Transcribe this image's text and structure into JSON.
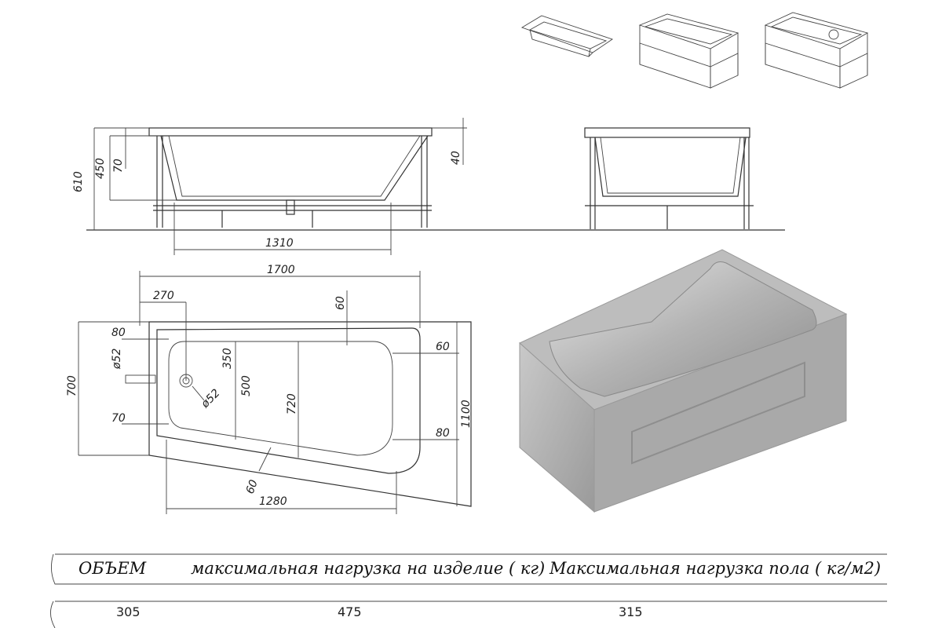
{
  "dimensions": {
    "side_height_total": "610",
    "side_height_body": "450",
    "side_rim_offset": "70",
    "side_rim_right": "40",
    "side_bottom_length": "1310",
    "plan_length": "1700",
    "plan_drain_offset": "270",
    "plan_rim_top": "60",
    "plan_rim_right_top": "60",
    "plan_rim_right_bottom": "80",
    "plan_overflow_offset": "80",
    "plan_overflow_dia": "ø52",
    "plan_drain_dist": "350",
    "plan_drain_dia": "ø52",
    "plan_inner_width": "500",
    "plan_inner_deep": "720",
    "plan_narrow_width": "700",
    "plan_full_width": "1100",
    "plan_overflow_bottom": "70",
    "plan_slope_rim": "60",
    "plan_bottom_length": "1280"
  },
  "table": {
    "headers": [
      "ОБЪЕМ",
      "максимальная нагрузка на изделие ( кг)",
      "Максимальная нагрузка пола ( кг/м2)"
    ],
    "values": [
      "305",
      "475",
      "315"
    ]
  }
}
